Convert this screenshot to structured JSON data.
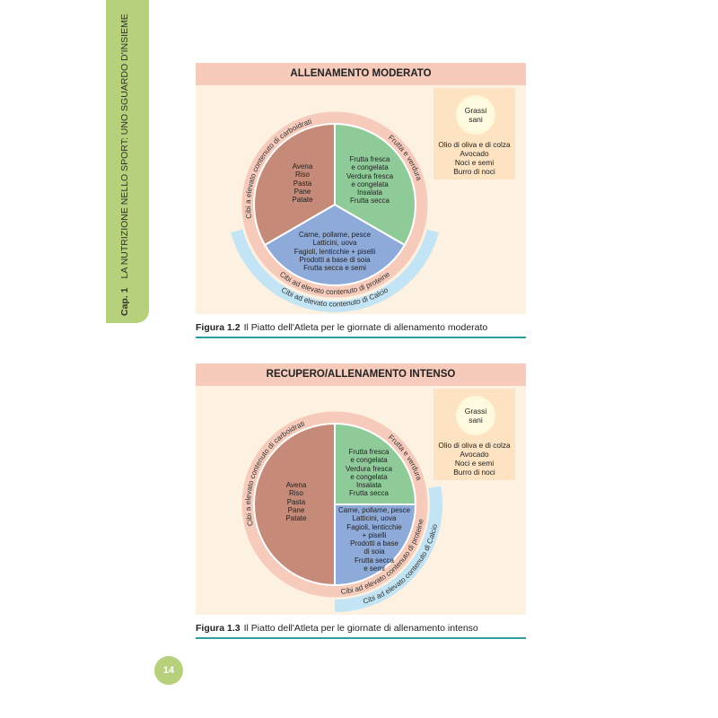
{
  "chapter": {
    "label": "Cap. 1",
    "title": "LA NUTRIZIONE NELLO SPORT: UNO SGUARDO D'INSIEME"
  },
  "page_number": "14",
  "figures": [
    {
      "title": "ALLENAMENTO MODERATO",
      "caption_label": "Figura 1.2",
      "caption_text": "Il Piatto dell'Atleta per le giornate di allenamento moderato",
      "ring_labels": {
        "carbs": "Cibi a elevato contenuto di carboidrati",
        "fruit": "Frutta e verdura",
        "protein": "Cibi ad elevato contenuto di proteine",
        "calcium": "Cibi ad elevato contenuto di Calcio"
      },
      "carbs": [
        "Avena",
        "Riso",
        "Pasta",
        "Pane",
        "Patate"
      ],
      "fruit": [
        "Frutta fresca",
        "e congelata",
        "Verdura fresca",
        "e congelata",
        "Insalata",
        "Frutta secca"
      ],
      "protein": [
        "Carne, pollame, pesce",
        "Latticini, uova",
        "Fagioli, lenticchie + piselli",
        "Prodotti a base di soia",
        "Frutta secca e semi"
      ],
      "fats": {
        "title": [
          "Grassi",
          "sani"
        ],
        "items": [
          "Olio di oliva e di colza",
          "Avocado",
          "Noci e semi",
          "Burro di noci"
        ]
      }
    },
    {
      "title": "RECUPERO/ALLENAMENTO INTENSO",
      "caption_label": "Figura 1.3",
      "caption_text": "Il Piatto dell'Atleta per le giornate di allenamento intenso",
      "ring_labels": {
        "carbs": "Cibi a elevato contenuto di carboidrati",
        "fruit": "Frutta e verdura",
        "protein": "Cibi ad elevato contenuto di proteine",
        "calcium": "Cibi ad elevato contenuto di Calcio"
      },
      "carbs": [
        "Avena",
        "Riso",
        "Pasta",
        "Pane",
        "Patate"
      ],
      "fruit": [
        "Frutta fresca",
        "e congelata",
        "Verdura fresca",
        "e congelata",
        "Insalata",
        "Frutta secca"
      ],
      "protein": [
        "Carne, pollame, pesce",
        "Latticini, uova",
        "Fagioli, lenticchie",
        "+ piselli",
        "Prodotti a base",
        "di soia",
        "Frutta secca",
        "e semi"
      ],
      "fats": {
        "title": [
          "Grassi",
          "sani"
        ],
        "items": [
          "Olio di oliva e di colza",
          "Avocado",
          "Noci e semi",
          "Burro di noci"
        ]
      }
    }
  ],
  "colors": {
    "carbs": "#c58a78",
    "fruit": "#8fcb99",
    "protein": "#8eaad9",
    "ring": "#f6cbbb",
    "calcium": "#c2e4f4",
    "tab": "#b6d07c",
    "rule": "#2e9fa0"
  }
}
